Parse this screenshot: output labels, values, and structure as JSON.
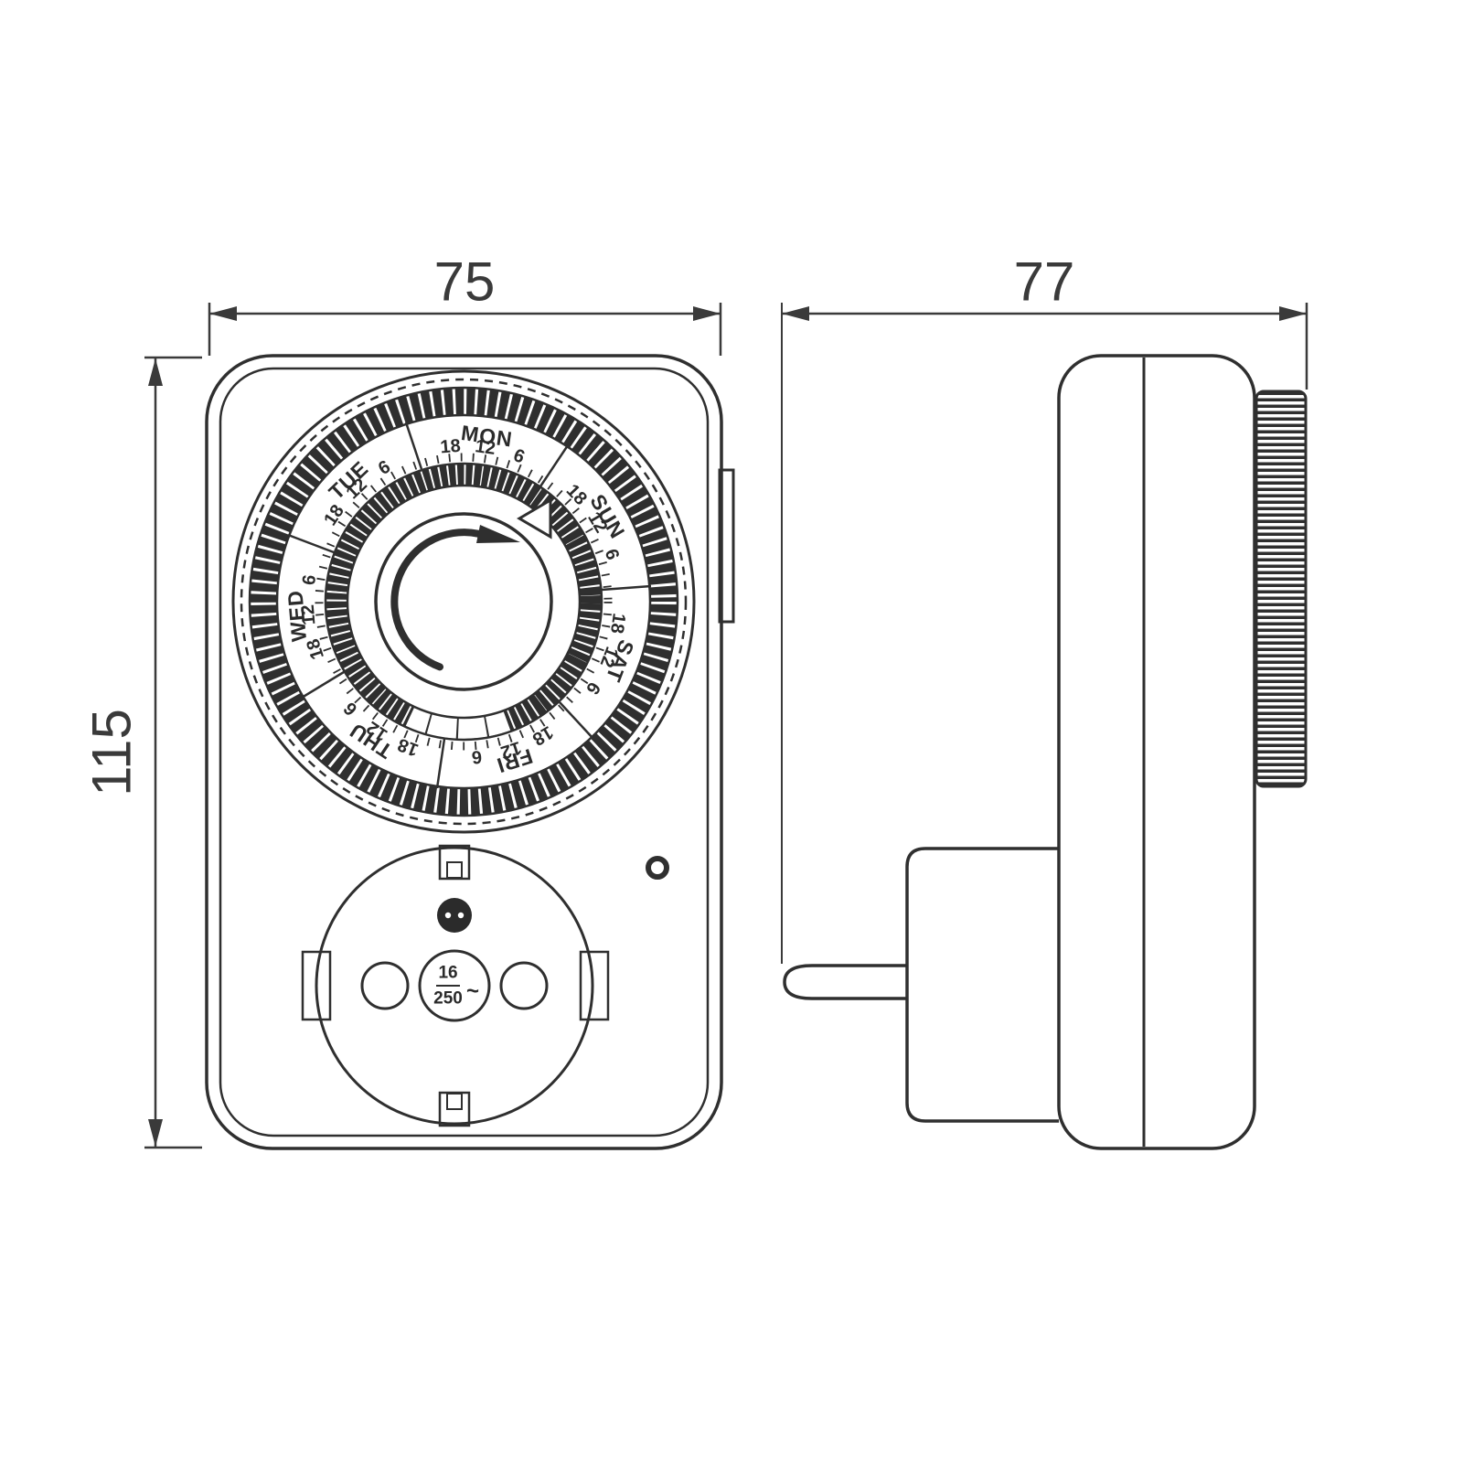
{
  "dimensions": {
    "front_width": "75",
    "side_depth": "77",
    "front_height": "115"
  },
  "front_view": {
    "dial": {
      "days": [
        "MON",
        "TUE",
        "WED",
        "THU",
        "FRI",
        "SAT",
        "SUN"
      ],
      "hours": [
        "18",
        "12",
        "6"
      ]
    },
    "socket": {
      "current_rating": "16",
      "voltage_rating": "250",
      "ac_symbol": "~"
    }
  },
  "colors": {
    "line": "#2f2f2f",
    "dimension_line": "#3a3a3a",
    "background": "#ffffff"
  }
}
